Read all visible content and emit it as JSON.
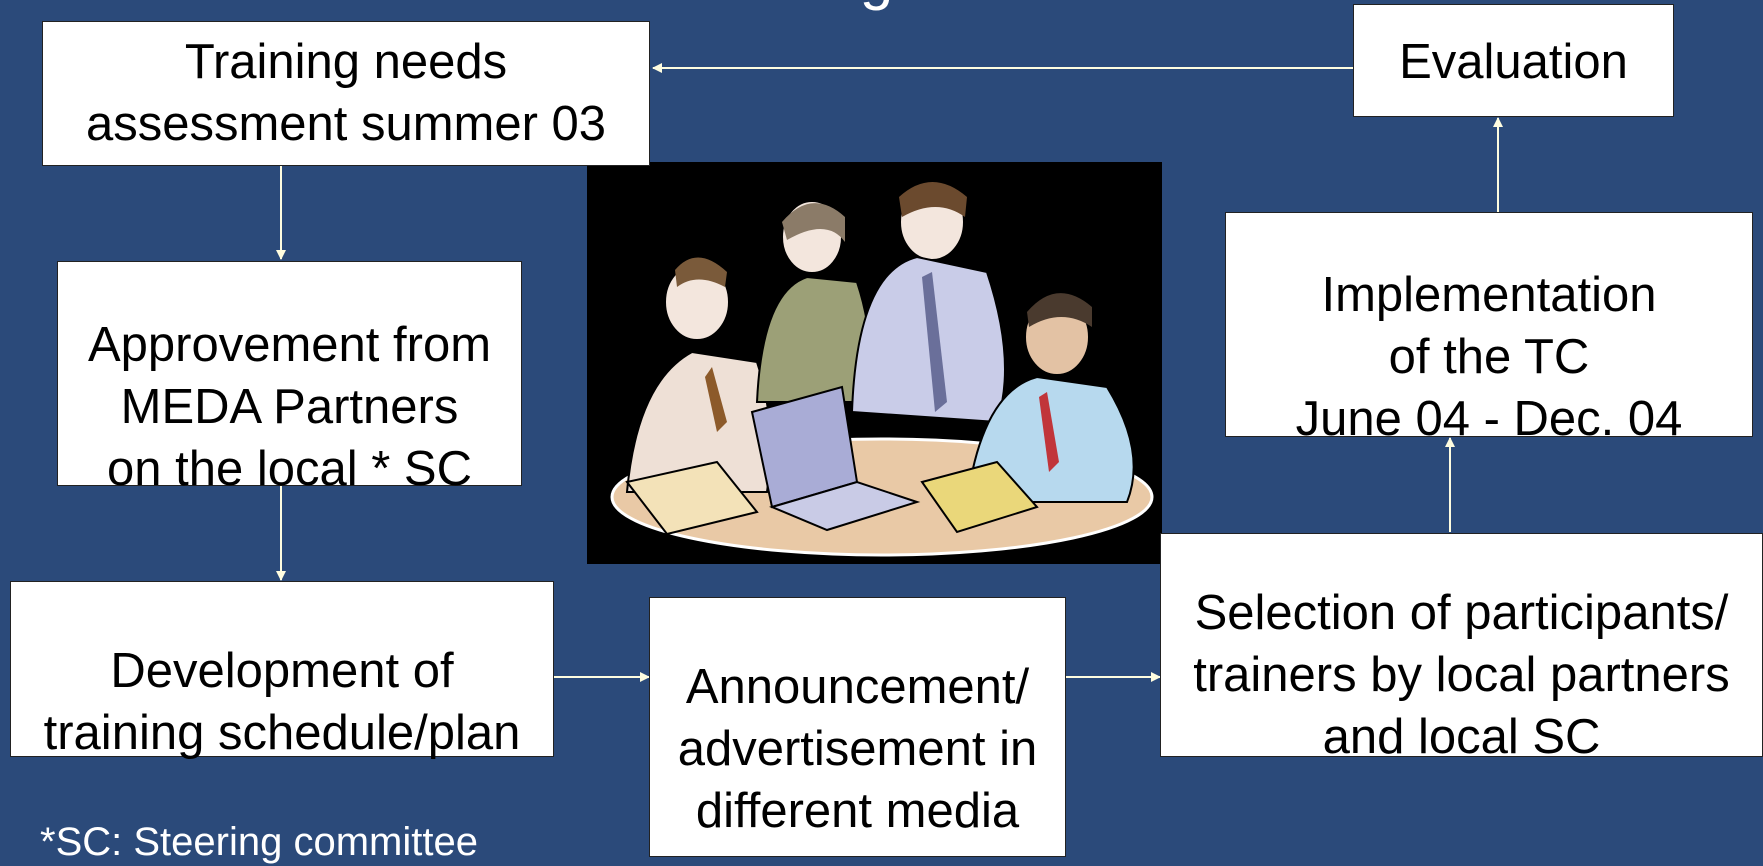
{
  "slide": {
    "title": "Program",
    "footnote": "*SC: Steering committee"
  },
  "nodes": {
    "training_needs": "Training needs\nassessment summer 03",
    "approvement": "Approvement from\nMEDA Partners\non the local * SC",
    "development": "Development of\ntraining schedule/plan",
    "announcement": "Announcement/\nadvertisement in\ndifferent media",
    "selection": "Selection of participants/\ntrainers by local partners\nand local SC",
    "implementation": "Implementation\nof the TC\nJune 04 - Dec. 04",
    "evaluation": "Evaluation"
  },
  "colors": {
    "background": "#2B4A7A",
    "arrow": "#FFFDE0"
  },
  "clipart": "team-meeting-clipart"
}
